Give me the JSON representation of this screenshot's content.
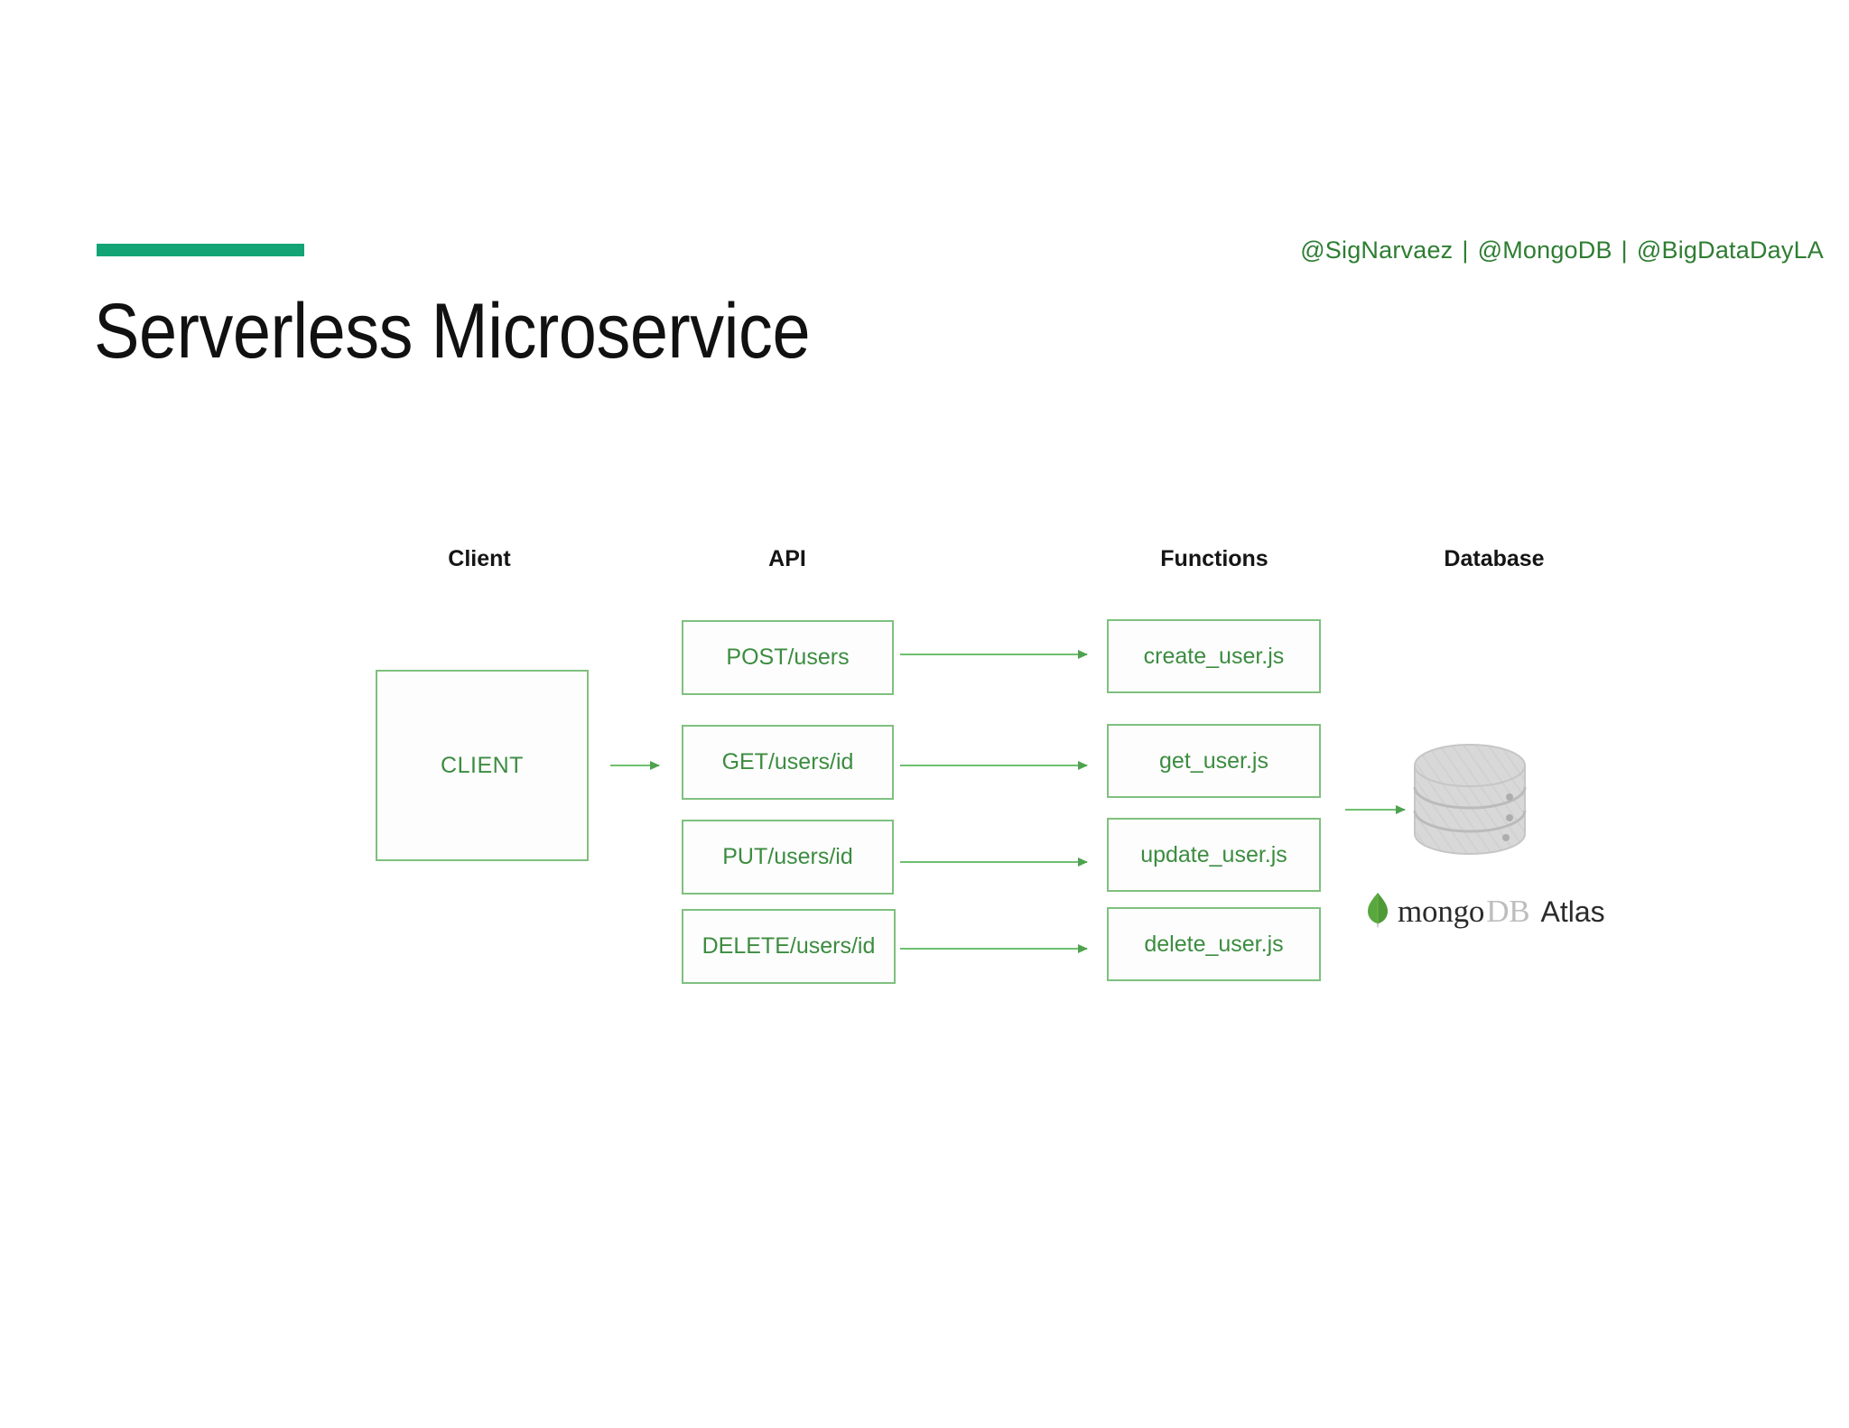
{
  "header": {
    "handles": [
      "@SigNarvaez",
      "@MongoDB",
      "@BigDataDayLA"
    ],
    "separator": "|",
    "accent_color": "#12A474"
  },
  "title": "Serverless Microservice",
  "diagram": {
    "columns": [
      {
        "label": "Client"
      },
      {
        "label": "API"
      },
      {
        "label": "Functions"
      },
      {
        "label": "Database"
      }
    ],
    "client": {
      "label": "CLIENT"
    },
    "api_endpoints": [
      {
        "label": "POST/users"
      },
      {
        "label": "GET/users/id"
      },
      {
        "label": "PUT/users/id"
      },
      {
        "label": "DELETE/users/id"
      }
    ],
    "functions": [
      {
        "label": "create_user.js"
      },
      {
        "label": "get_user.js"
      },
      {
        "label": "update_user.js"
      },
      {
        "label": "delete_user.js"
      }
    ],
    "database": {
      "logo_mongo": "mongo",
      "logo_db": "DB",
      "logo_atlas": "Atlas"
    },
    "colors": {
      "box_border": "#7FC07F",
      "box_text": "#3C8C40",
      "arrow": "#6FBF6F",
      "cylinder": "#D4D4D4"
    }
  }
}
